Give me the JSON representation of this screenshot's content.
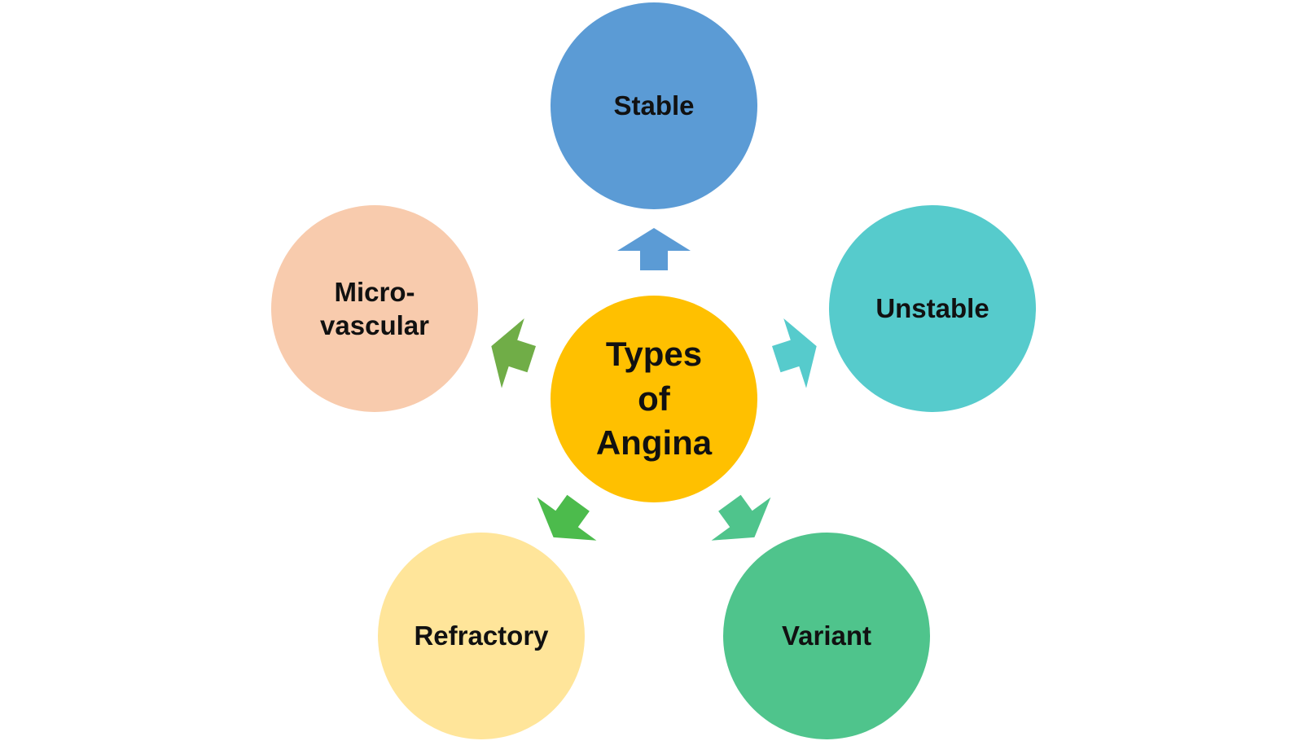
{
  "center": {
    "label": "Types\nof\nAngina",
    "color": "#FFC000"
  },
  "nodes": [
    {
      "key": "stable",
      "label": "Stable",
      "color": "#5B9BD5",
      "arrow_color": "#5B9BD5"
    },
    {
      "key": "unstable",
      "label": "Unstable",
      "color": "#56CBCC",
      "arrow_color": "#56CBCC"
    },
    {
      "key": "variant",
      "label": "Variant",
      "color": "#4FC48C",
      "arrow_color": "#4FC48C"
    },
    {
      "key": "refractory",
      "label": "Refractory",
      "color": "#FFE59A",
      "arrow_color": "#4CBB4C"
    },
    {
      "key": "microvascular",
      "label": "Micro-\nvascular",
      "color": "#F8CBAD",
      "arrow_color": "#70AD47"
    }
  ]
}
